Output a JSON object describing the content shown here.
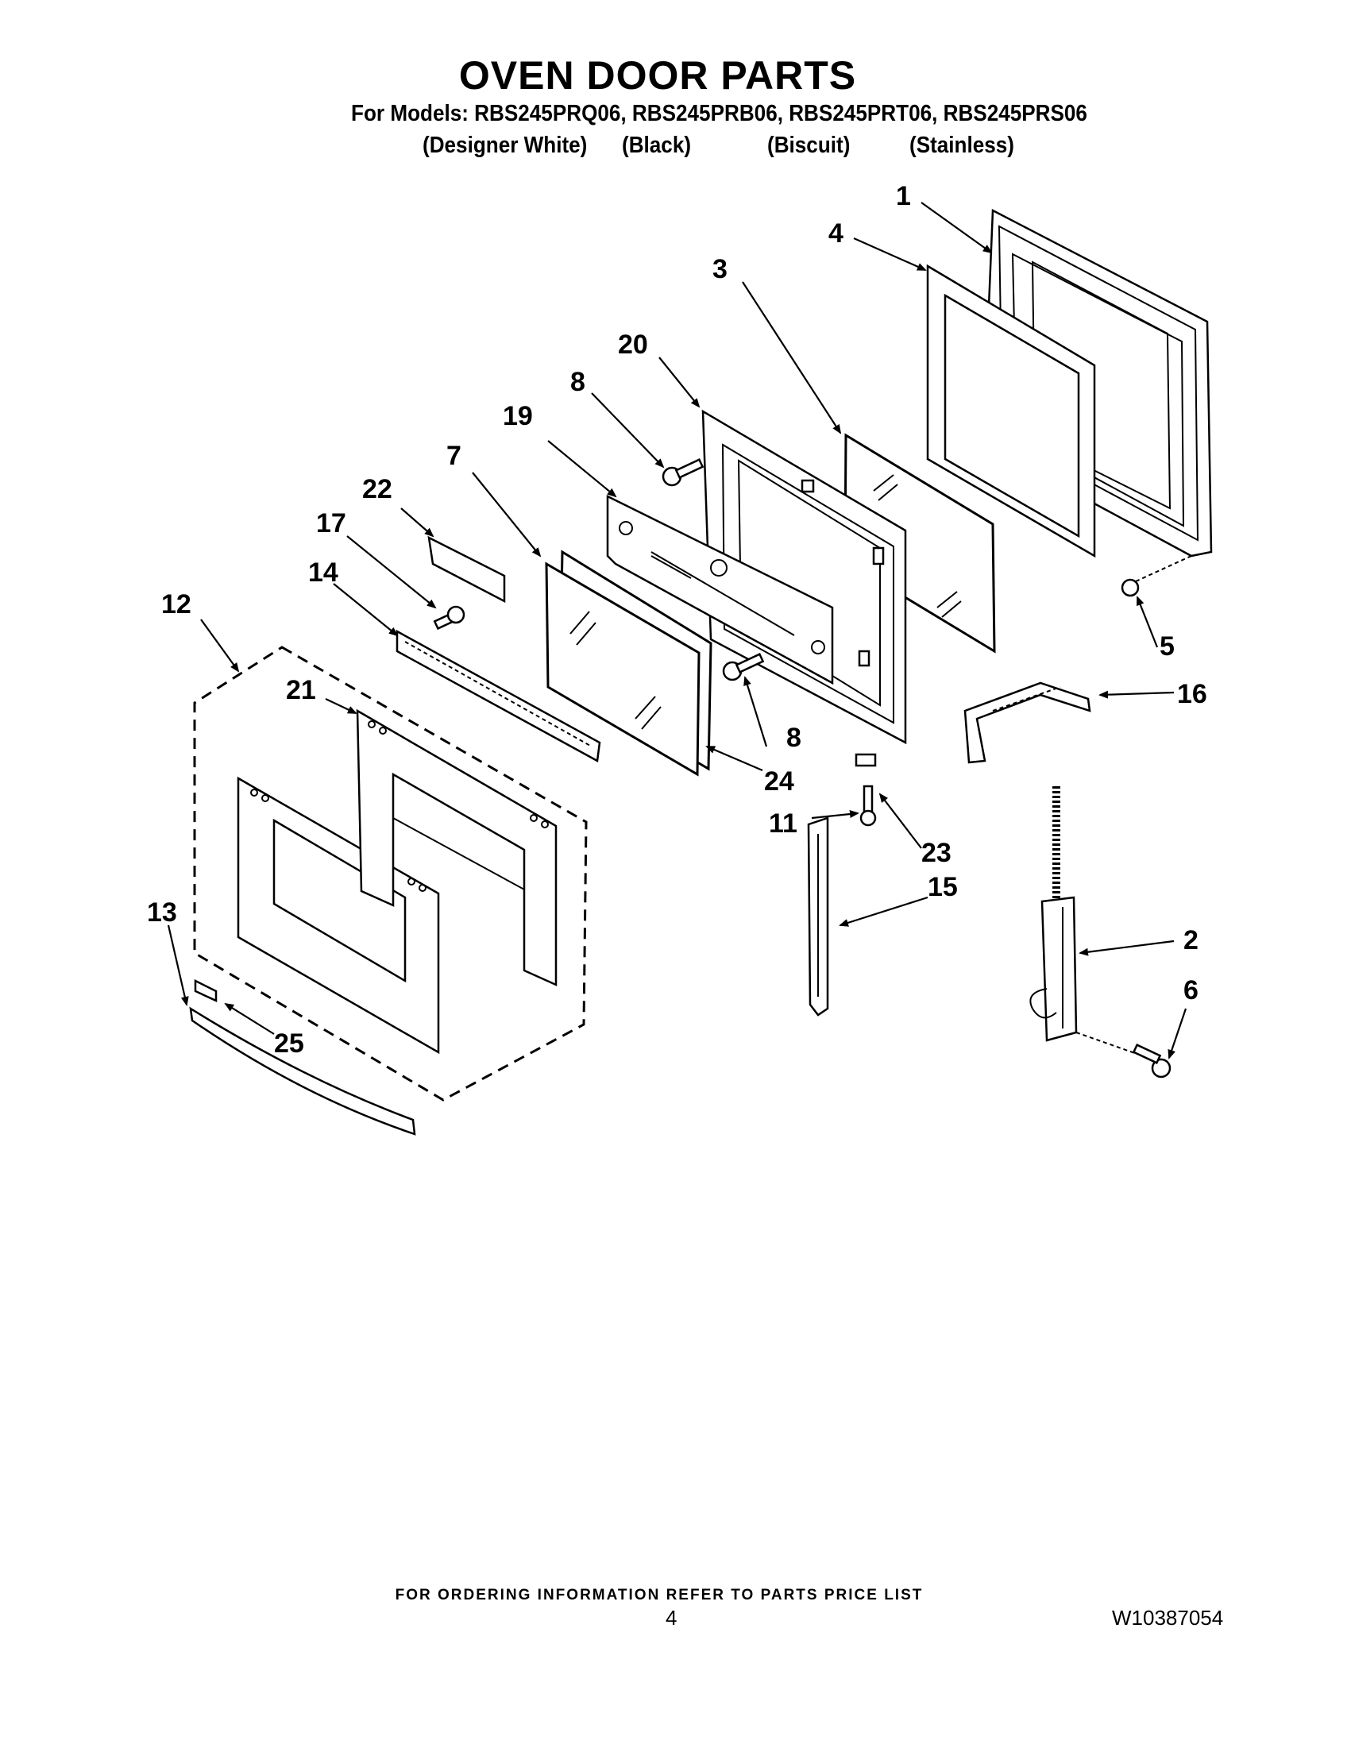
{
  "header": {
    "title": "OVEN DOOR PARTS",
    "models_line": "For Models: RBS245PRQ06, RBS245PRB06, RBS245PRT06, RBS245PRS06",
    "variants": [
      "(Designer White)",
      "(Black)",
      "(Biscuit)",
      "(Stainless)"
    ]
  },
  "callouts": {
    "p1": "1",
    "p2": "2",
    "p3": "3",
    "p4": "4",
    "p5": "5",
    "p6": "6",
    "p7": "7",
    "p8a": "8",
    "p8b": "8",
    "p11": "11",
    "p12": "12",
    "p13": "13",
    "p14": "14",
    "p15": "15",
    "p16": "16",
    "p17": "17",
    "p19": "19",
    "p20": "20",
    "p21": "21",
    "p22": "22",
    "p23": "23",
    "p24": "24",
    "p25": "25"
  },
  "footer": {
    "ordering_note": "FOR ORDERING INFORMATION REFER TO PARTS PRICE LIST",
    "page_number": "4",
    "document_number": "W10387054"
  }
}
